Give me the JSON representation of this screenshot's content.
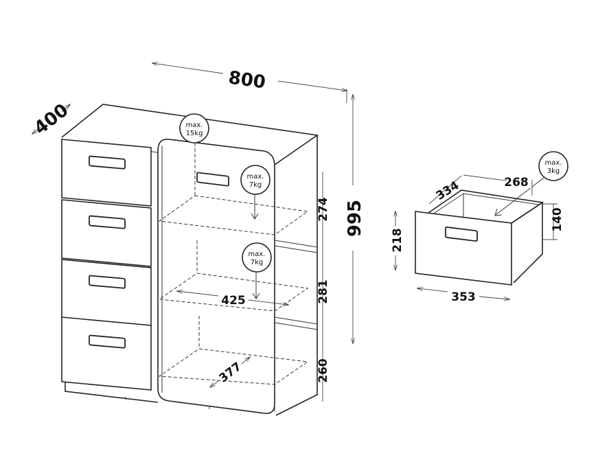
{
  "dimensions": {
    "width": "800",
    "depth": "400",
    "height": "995",
    "shelf_gap_top": "274",
    "shelf_gap_middle": "281",
    "shelf_gap_bottom": "260",
    "shelf_width": "425",
    "shelf_depth": "377"
  },
  "load_limits": {
    "top": {
      "line1": "max.",
      "line2": "15kg"
    },
    "shelf_upper": {
      "line1": "max.",
      "line2": "7kg"
    },
    "shelf_lower": {
      "line1": "max.",
      "line2": "7kg"
    },
    "drawer": {
      "line1": "max.",
      "line2": "3kg"
    }
  },
  "drawer_dimensions": {
    "inner_depth": "334",
    "inner_width": "268",
    "inner_height": "140",
    "front_height": "218",
    "front_width": "353"
  }
}
